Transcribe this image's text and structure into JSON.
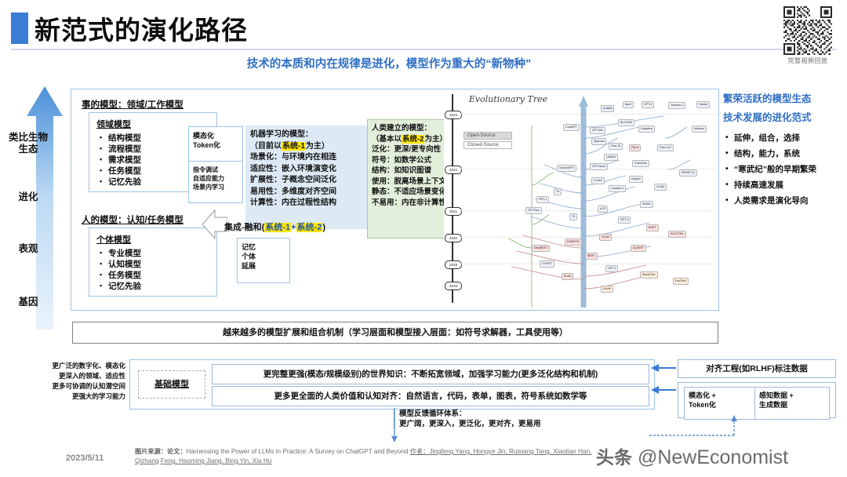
{
  "header": {
    "title": "新范式的演化路径",
    "accent_color": "#3b7cd4"
  },
  "qr": {
    "caption": "完整视频回放"
  },
  "center_heading": "技术的本质和内在规律是进化，模型作为重大的“新物种”",
  "left_axis": {
    "labels": [
      "类比生物生态",
      "进化",
      "表观",
      "基因"
    ]
  },
  "main_panel": {
    "section_titles": {
      "thing_model": "事的模型：领域/工作模型",
      "human_model": "人的模型：认知/任务模型"
    },
    "domain_box": {
      "title": "领域模型",
      "items": [
        "结构模型",
        "流程模型",
        "需求模型",
        "任务模型",
        "记忆先验"
      ]
    },
    "individual_box": {
      "title": "个体模型",
      "items": [
        "专业模型",
        "认知模型",
        "任务模型",
        "记忆先验"
      ]
    },
    "mini_boxes": [
      {
        "lines": [
          "模态化",
          "Token化"
        ]
      },
      {
        "lines": [
          "指令调试",
          "自适应能力",
          "场景内学习"
        ]
      },
      {
        "lines": [
          "记忆",
          "个体",
          "延展"
        ]
      }
    ],
    "ml_box": {
      "title": "机器学习的模型：",
      "subtitle_pre": "（目前以",
      "subtitle_hl": "系统-1",
      "subtitle_post": "为主）",
      "rows": [
        "场景化：与环境内在相连",
        "适应性：嵌入环境演变化",
        "扩展性：子概念空间泛化",
        "易用性：多维度对齐空间",
        "计算性：内在过程性结构"
      ]
    },
    "human_box": {
      "title": "人类建立的模型：",
      "subtitle_pre": "（基本以",
      "subtitle_hl": "系统-2",
      "subtitle_post": "为主）",
      "rows": [
        "泛化：更深/更专向性",
        "符号：如数学公式",
        "结构：如知识图谱",
        "使用：脱离场景上下文",
        "静态：不适应场景变化",
        "不易用：内在非计算性"
      ]
    },
    "integration": {
      "prefix": "集成-融和(",
      "hl1": "系统-1",
      "plus": "+",
      "hl2": "系统-2",
      "suffix": ")"
    }
  },
  "tree": {
    "title": "Evolutionary Tree",
    "legend": [
      "Open-Source",
      "Closed-Source"
    ],
    "years": [
      "2023",
      "2022",
      "2021",
      "2020",
      "2019",
      "2018"
    ],
    "nodes": [
      "GPT-4",
      "Bard",
      "LLaMA",
      "Claude",
      "ChatGPT",
      "Jurassic-2",
      "BLOOMZ",
      "Galactica",
      "OPT-IML",
      "Sparrow",
      "Flan-T5",
      "Flan-UL2",
      "Minerva",
      "PaLM",
      "LaMDA",
      "Chinchilla",
      "InstructGPT",
      "GPT-NeoX",
      "CodeX",
      "Gopher",
      "ERNIE 3.0",
      "Jurassic-1",
      "GLaM",
      "T0",
      "GPT-J",
      "GPT-Neo",
      "Switch",
      "mT5",
      "T5",
      "GPT-3",
      "BART",
      "ELECTRA",
      "XLNet",
      "RoBERTa",
      "DistilBERT",
      "ALBERT",
      "BERT",
      "ULMFiT",
      "GPT-1",
      "ELMo",
      "Word2Vec",
      "FastText",
      "GloVe"
    ]
  },
  "right_sidebar": {
    "heading_1": "繁荣活跃的模型生态",
    "heading_2": "技术发展的进化范式",
    "items": [
      "延伸，组合，选择",
      "结构，能力，系统",
      "“寒武纪”般的早期繁荣",
      "持续高速发展",
      "人类需求是演化导向"
    ]
  },
  "mechanism_bar": "越来越多的模型扩展和组合机制（学习层面和模型接入层面：如符号求解器，工具使用等）",
  "bottom_left_notes": [
    "更广泛的数字化、模态化",
    "更深入的领域、适应性",
    "更多可协调的认知潜空间",
    "更强大的学习能力"
  ],
  "foundation": {
    "tag": "基础模型",
    "bars": [
      "更完整更强(模态/规模级别)的世界知识：不断拓宽领域，加强学习能力(更多泛化结构和机制)",
      "更多更全面的人类价值和认知对齐：自然语言，代码，表单，图表，符号系统如数学等"
    ]
  },
  "feedback_loop": {
    "line1": "模型反馈循环体系：",
    "line2": "更广阔，更深入，更泛化，更对齐，更易用"
  },
  "right_bottom": {
    "rlhf_bar": "对齐工程(如RLHF)标注数据",
    "cells": [
      {
        "lines": [
          "模态化 +",
          "Token化"
        ]
      },
      {
        "lines": [
          "感知数据 +",
          "生成数据"
        ]
      }
    ]
  },
  "footer": {
    "date": "2023/5/11",
    "source_label": "图片来源：论文：",
    "paper_title": "Harnessing the Power of LLMs in Practice: A Survey on ChatGPT and Beyond",
    "authors_label": "作者：",
    "authors_line1": "Jingfeng Yang, Hongye Jin, Ruixiang Tang, Xiaotian Han, Qizhang",
    "authors_line2": "Feng, Haoming Jiang, Bing Yin, Xia Hu",
    "watermark_prefix": "头条",
    "watermark": "@NewEconomist"
  }
}
